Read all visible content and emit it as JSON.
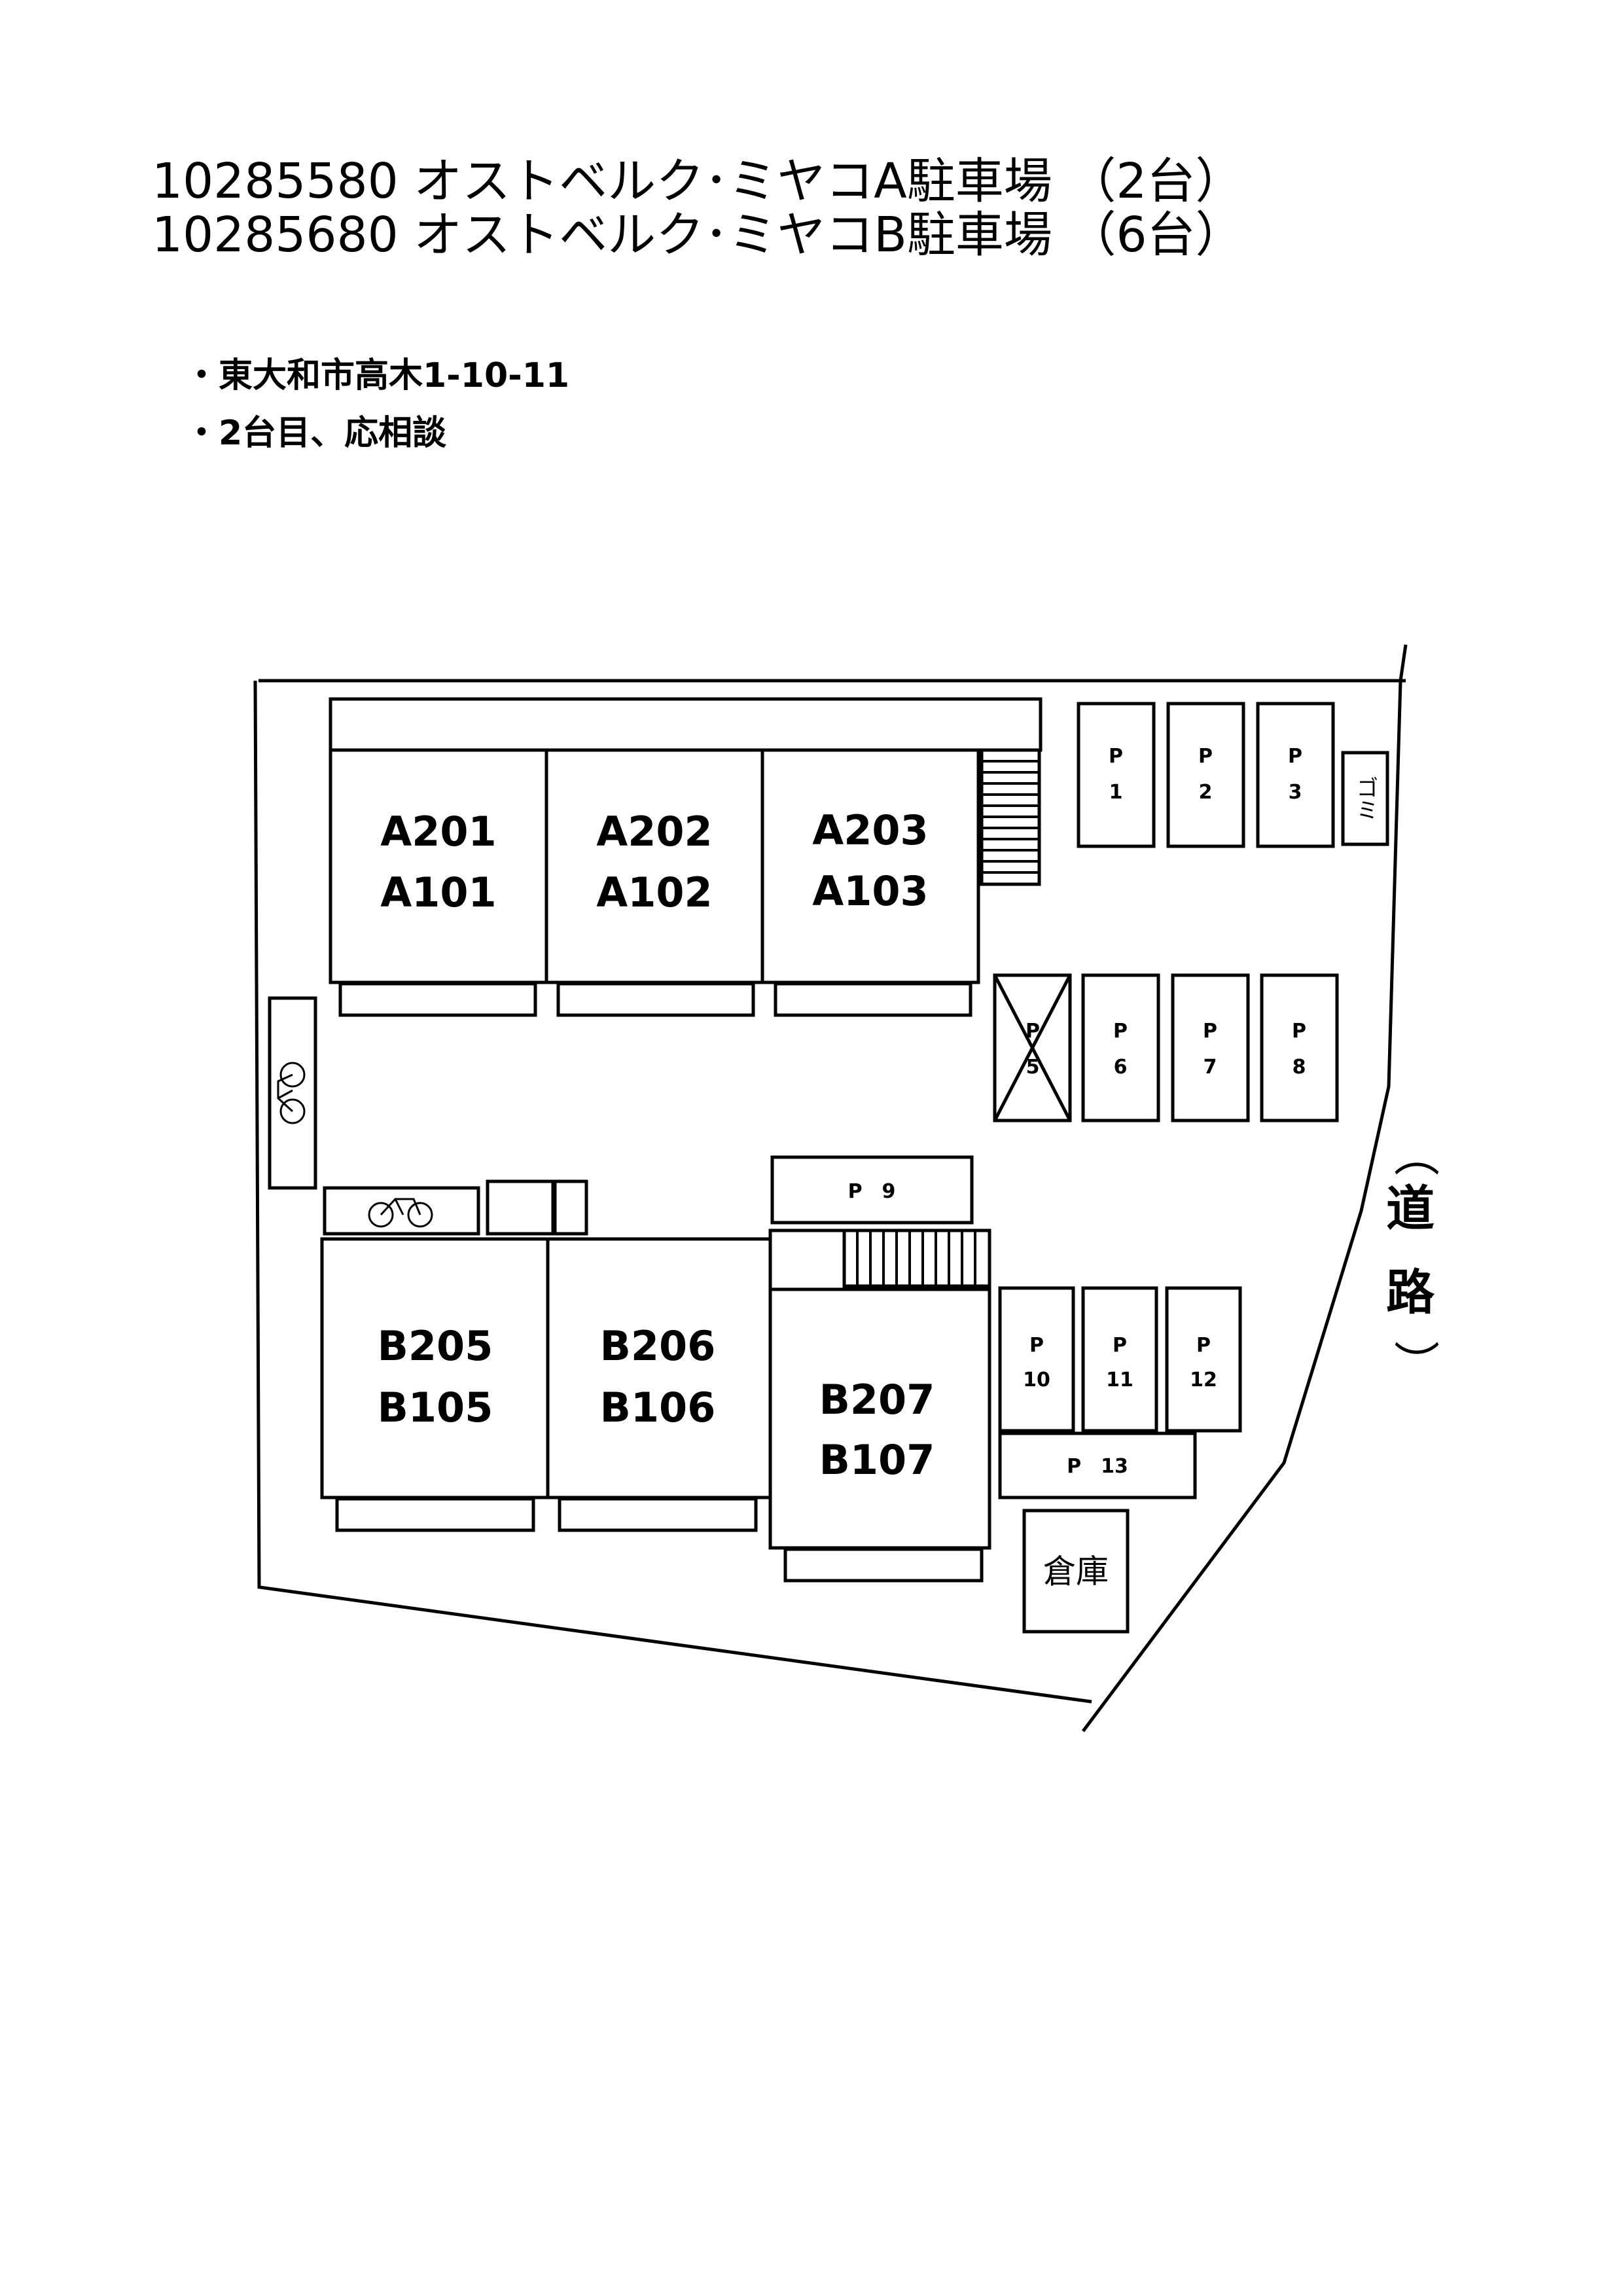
{
  "header": {
    "line1": "10285580 オストベルク･ミヤコA駐車場 （2台）",
    "line2": "10285680 オストベルク･ミヤコB駐車場 （6台）"
  },
  "notes": {
    "address": "・東大和市高木1-10-11",
    "consult": "・2台目、応相談"
  },
  "map": {
    "buildings": {
      "a1": [
        "A201",
        "A101"
      ],
      "a2": [
        "A202",
        "A102"
      ],
      "a3": [
        "A203",
        "A103"
      ],
      "b5": [
        "B205",
        "B105"
      ],
      "b6": [
        "B206",
        "B106"
      ],
      "b7": [
        "B207",
        "B107"
      ]
    },
    "parking": {
      "p1": [
        "P",
        "1"
      ],
      "p2": [
        "P",
        "2"
      ],
      "p3": [
        "P",
        "3"
      ],
      "p5": [
        "P",
        "5"
      ],
      "p6": [
        "P",
        "6"
      ],
      "p7": [
        "P",
        "7"
      ],
      "p8": [
        "P",
        "8"
      ],
      "p9": "P　9",
      "p10": [
        "P",
        "10"
      ],
      "p11": [
        "P",
        "11"
      ],
      "p12": [
        "P",
        "12"
      ],
      "p13": "P　13"
    },
    "garbage": "ゴミ",
    "storage": "倉庫",
    "road": {
      "open": "︵",
      "char1": "道",
      "char2": "路",
      "close": "︶"
    }
  }
}
